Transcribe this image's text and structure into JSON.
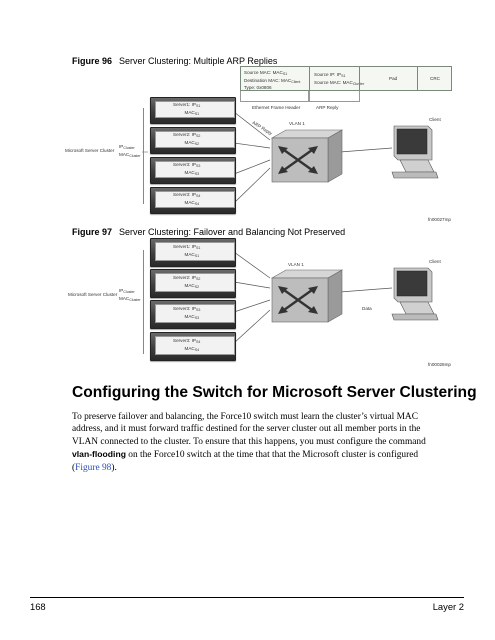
{
  "figure96": {
    "label": "Figure 96",
    "title": "Server Clustering: Multiple ARP Replies",
    "packet": {
      "field1": [
        "Source MAC: MAC",
        "S1",
        "Destination MAC: MAC",
        "Client",
        "Type: 0x0806"
      ],
      "field2": [
        "Source IP: IP",
        "S1",
        "Source MAC: MAC",
        "Cluster"
      ],
      "pad": "Pad",
      "crc": "CRC"
    },
    "ethernet_header_label": "Ethernet Frame Header",
    "arp_reply_label": "ARP Reply",
    "vlan_label": "VLAN 1",
    "arp_reply_arrow_label": "ARP Reply",
    "client_label": "Client",
    "cluster_label": [
      "Microsoft Server Cluster",
      "IP",
      "Cluster",
      "MAC",
      "Cluster"
    ],
    "servers": [
      {
        "name": "Server1",
        "ip": "IP",
        "ip_sub": "S1",
        "mac": "MAC",
        "mac_sub": "S1"
      },
      {
        "name": "Server2",
        "ip": "IP",
        "ip_sub": "S2",
        "mac": "MAC",
        "mac_sub": "S2"
      },
      {
        "name": "Server3",
        "ip": "IP",
        "ip_sub": "S3",
        "mac": "MAC",
        "mac_sub": "S3"
      },
      {
        "name": "Server3",
        "ip": "IP",
        "ip_sub": "S4",
        "mac": "MAC",
        "mac_sub": "S4"
      }
    ],
    "file_id": "fn00027mp"
  },
  "figure97": {
    "label": "Figure 97",
    "title": "Server Clustering: Failover and  Balancing Not Preserved",
    "vlan_label": "VLAN 1",
    "client_label": "Client",
    "data_label": "Data",
    "cluster_label": [
      "Microsoft Server Cluster",
      "IP",
      "Cluster",
      "MAC",
      "Cluster"
    ],
    "servers": [
      {
        "name": "Server1",
        "ip": "IP",
        "ip_sub": "S1",
        "mac": "MAC",
        "mac_sub": "S1"
      },
      {
        "name": "Server2",
        "ip": "IP",
        "ip_sub": "S2",
        "mac": "MAC",
        "mac_sub": "S2"
      },
      {
        "name": "Server3",
        "ip": "IP",
        "ip_sub": "S3",
        "mac": "MAC",
        "mac_sub": "S3"
      },
      {
        "name": "Server3",
        "ip": "IP",
        "ip_sub": "S4",
        "mac": "MAC",
        "mac_sub": "S4"
      }
    ],
    "file_id": "fn00028mp"
  },
  "section": {
    "heading": "Configuring the Switch for Microsoft Server Clustering",
    "para_text_1": "To preserve failover and  balancing, the Force10 switch must learn the cluster’s virtual MAC address, and it must forward traffic destined for the server cluster out all member ports in the VLAN connected to the cluster. To ensure that this happens, you must configure the command ",
    "para_command": "vlan-flooding",
    "para_text_2": " on the Force10 switch at the time that that the Microsoft cluster is configured (",
    "para_link": "Figure 98",
    "para_text_3": ")."
  },
  "footer": {
    "page_number": "168",
    "section_name": "Layer 2"
  }
}
